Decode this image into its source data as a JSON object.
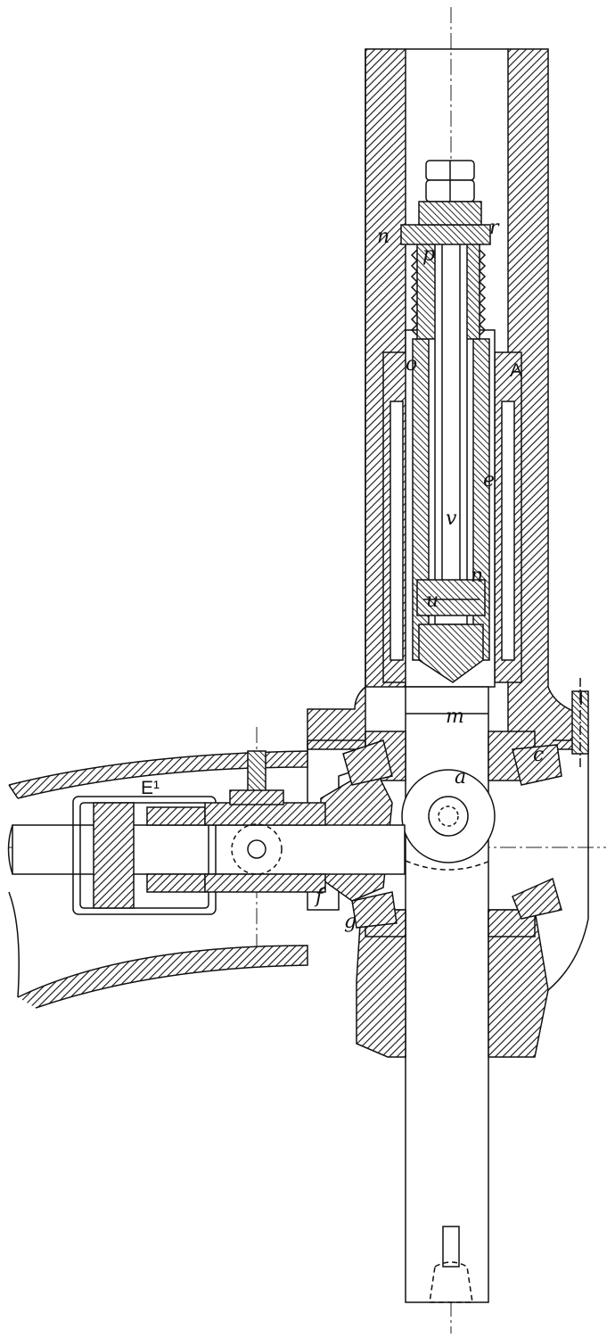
{
  "figure": {
    "labels": {
      "n_top": "n",
      "r": "r",
      "p": "p",
      "o": "o",
      "A": "A",
      "e": "e",
      "v": "v",
      "n_low": "n",
      "u": "u",
      "m": "m",
      "I": "I",
      "a": "a",
      "c": "c",
      "E1": "E¹",
      "f": "f",
      "g": "g"
    }
  }
}
